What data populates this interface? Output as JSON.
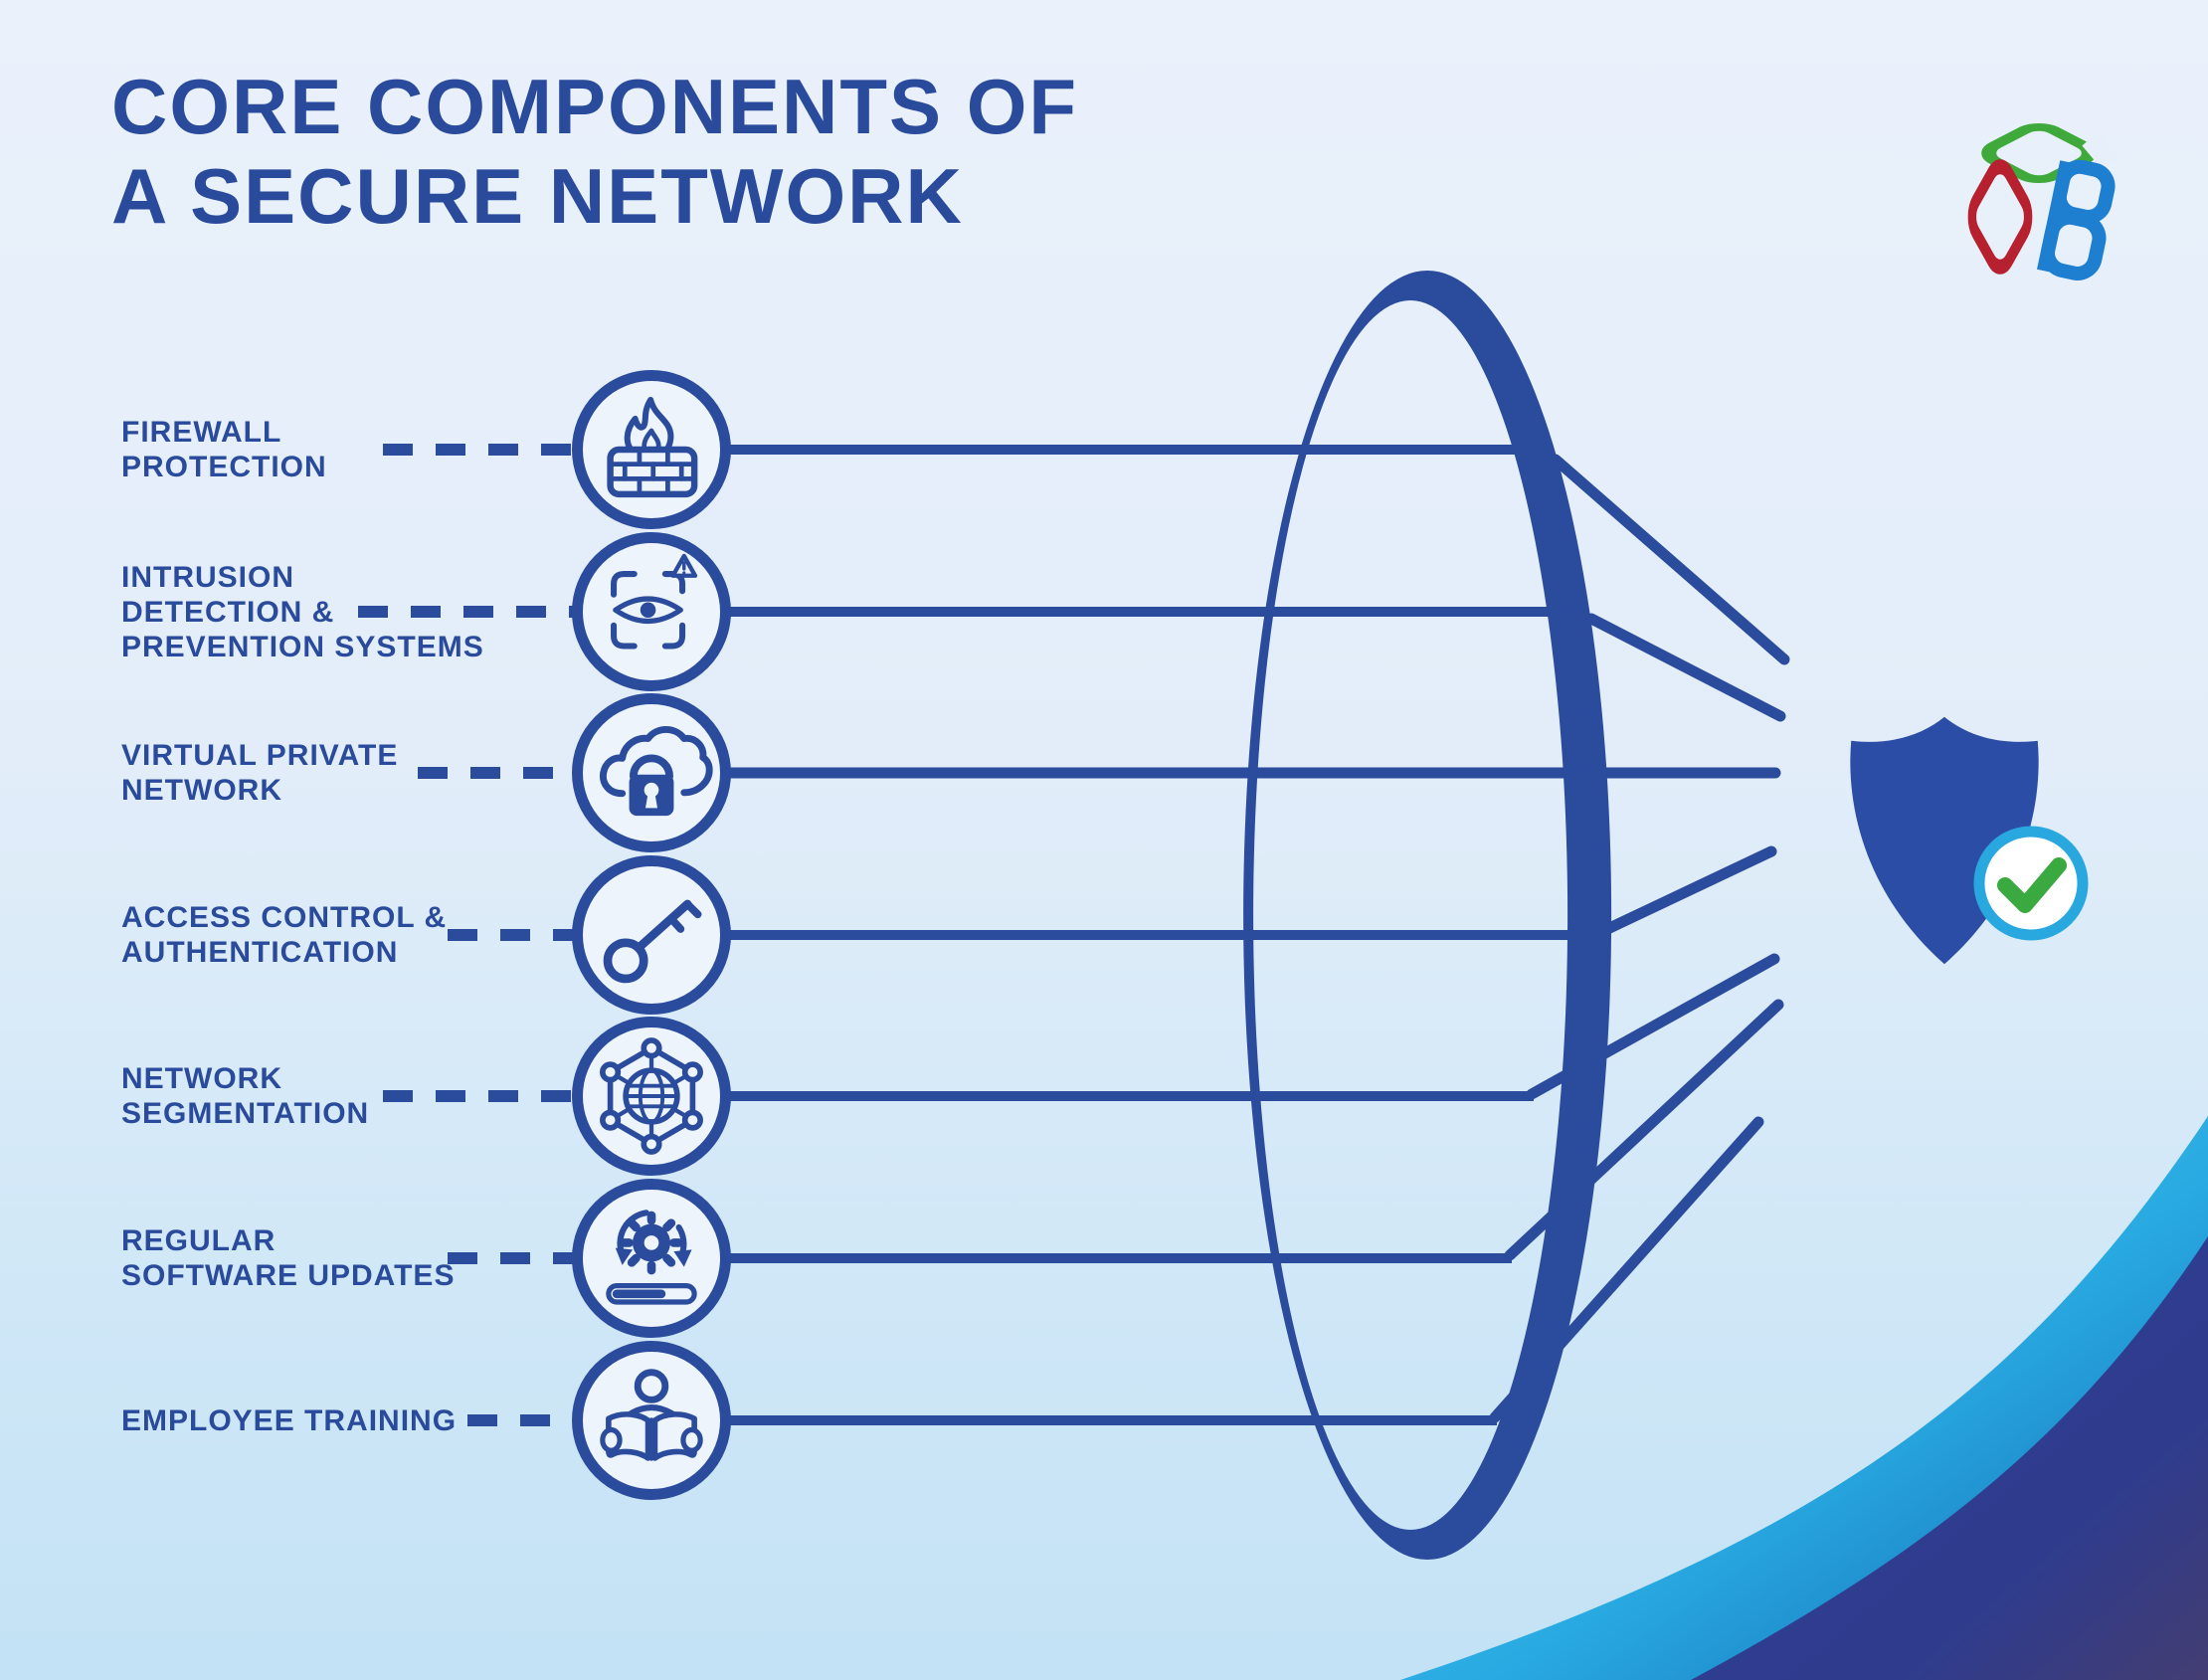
{
  "title": {
    "line1": "CORE COMPONENTS OF",
    "line2": "A SECURE NETWORK"
  },
  "items": [
    {
      "id": "firewall-protection",
      "icon": "firewall-icon",
      "lines": [
        "FIREWALL",
        "PROTECTION"
      ]
    },
    {
      "id": "intrusion-detection",
      "icon": "intrusion-detection-icon",
      "lines": [
        "INTRUSION",
        "DETECTION &",
        "PREVENTION SYSTEMS"
      ]
    },
    {
      "id": "virtual-private-network",
      "icon": "vpn-cloud-lock-icon",
      "lines": [
        "VIRTUAL PRIVATE",
        "NETWORK"
      ]
    },
    {
      "id": "access-control",
      "icon": "key-icon",
      "lines": [
        "ACCESS CONTROL &",
        "AUTHENTICATION"
      ]
    },
    {
      "id": "network-segmentation",
      "icon": "network-segmentation-icon",
      "lines": [
        "NETWORK",
        "SEGMENTATION"
      ]
    },
    {
      "id": "software-updates",
      "icon": "software-update-icon",
      "lines": [
        "REGULAR",
        "SOFTWARE UPDATES"
      ]
    },
    {
      "id": "employee-training",
      "icon": "employee-training-icon",
      "lines": [
        "EMPLOYEE TRAINING"
      ]
    }
  ],
  "logo": {
    "letters": "COB",
    "colors": {
      "c": "#3faa3b",
      "o": "#b6202f",
      "b": "#1e7fd0"
    }
  },
  "graphics": {
    "shield": "shield-with-check",
    "ink_color": "#2b4b9d",
    "title_color": "#2a4a9b",
    "shield_color": "#2b4da6",
    "check_color": "#3aa93f",
    "badge_ring_color": "#29a8e0",
    "wave_navy_color": "#2e3f97",
    "wave_cyan_color": "#29abe2"
  }
}
